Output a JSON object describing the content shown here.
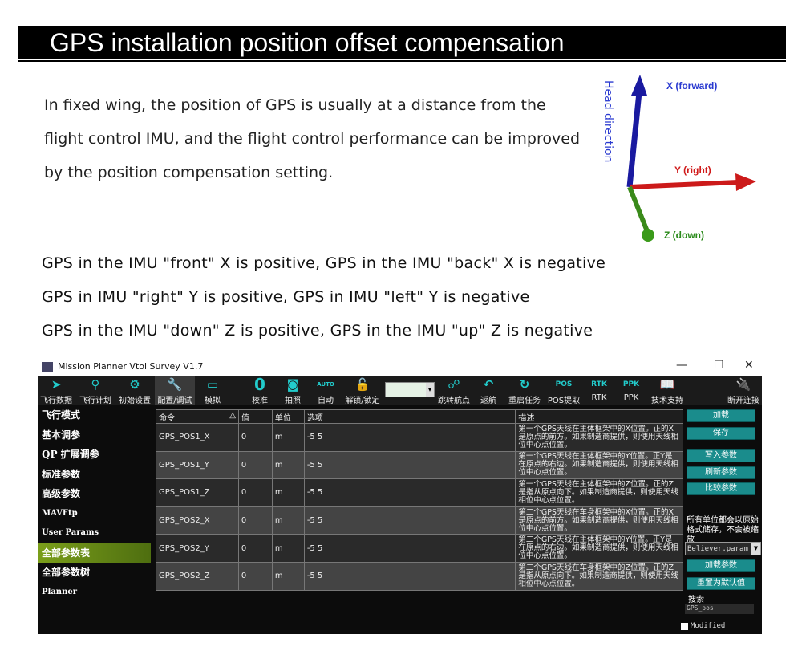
{
  "header": {
    "title": "GPS installation position offset compensation"
  },
  "intro": "In fixed wing, the position of GPS is usually at a distance from the flight control IMU, and the flight control performance can be improved by the position compensation setting.",
  "diagram": {
    "x_label": "X (forward)",
    "y_label": "Y (right)",
    "z_label": "Z (down)",
    "head_label": "Head direction"
  },
  "rules": [
    "GPS in the IMU \"front\" X is positive, GPS in the IMU \"back\" X is negative",
    "GPS in IMU \"right\" Y is positive, GPS in IMU \"left\" Y is negative",
    "GPS in the IMU \"down\" Z is positive, GPS in the IMU \"up\" Z is negative"
  ],
  "window": {
    "title": "Mission Planner Vtol Survey V1.7",
    "min": "—",
    "max": "☐",
    "close": "✕"
  },
  "toolbar": [
    {
      "label": "飞行数据",
      "icon": "➤"
    },
    {
      "label": "飞行计划",
      "icon": "⚲"
    },
    {
      "label": "初始设置",
      "icon": "⚙"
    },
    {
      "label": "配置/调试",
      "icon": "🔧"
    },
    {
      "label": "模拟",
      "icon": "▭"
    },
    {
      "label": "校准",
      "icon": "0"
    },
    {
      "label": "拍照",
      "icon": "◙"
    },
    {
      "label": "自动",
      "icon": "AUTO"
    },
    {
      "label": "解锁/锁定",
      "icon": "🔓"
    },
    {
      "label": "跳转航点",
      "icon": "☍"
    },
    {
      "label": "返航",
      "icon": "↶"
    },
    {
      "label": "重启任务",
      "icon": "↻"
    },
    {
      "label": "POS提取",
      "icon": "POS"
    },
    {
      "label": "RTK",
      "icon": "RTK"
    },
    {
      "label": "PPK",
      "icon": "PPK"
    },
    {
      "label": "技术支持",
      "icon": "📖"
    },
    {
      "label": "断开连接",
      "icon": "🔌"
    }
  ],
  "sidebar": [
    "飞行模式",
    "基本调参",
    "QP 扩展调参",
    "标准参数",
    "高级参数",
    "MAVFtp",
    "User Params",
    "全部参数表",
    "全部参数树",
    "Planner"
  ],
  "table": {
    "headers": [
      "命令",
      "值",
      "单位",
      "选项",
      "描述"
    ],
    "rows": [
      [
        "GPS_POS1_X",
        "0",
        "m",
        "-5 5",
        "第一个GPS天线在主体框架中的X位置。正的X是原点的前方。如果制造商提供，则使用天线相位中心点位置。"
      ],
      [
        "GPS_POS1_Y",
        "0",
        "m",
        "-5 5",
        "第一个GPS天线在主体框架中的Y位置。正Y是在原点的右边。如果制造商提供，则使用天线相位中心点位置。"
      ],
      [
        "GPS_POS1_Z",
        "0",
        "m",
        "-5 5",
        "第一个GPS天线在主体框架中的Z位置。正的Z是指从原点向下。如果制造商提供，则使用天线相位中心点位置。"
      ],
      [
        "GPS_POS2_X",
        "0",
        "m",
        "-5 5",
        "第二个GPS天线在车身框架中的X位置。正的X是原点的前方。如果制造商提供，则使用天线相位中心点位置。"
      ],
      [
        "GPS_POS2_Y",
        "0",
        "m",
        "-5 5",
        "第二个GPS天线在主体框架中的Y位置。正Y是在原点的右边。如果制造商提供，则使用天线相位中心点位置。"
      ],
      [
        "GPS_POS2_Z",
        "0",
        "m",
        "-5 5",
        "第二个GPS天线在车身框架中的Z位置。正的Z是指从原点向下。如果制造商提供，则使用天线相位中心点位置。"
      ]
    ]
  },
  "right": {
    "load": "加载",
    "save": "保存",
    "write": "写入参数",
    "refresh": "刷新参数",
    "compare": "比较参数",
    "note": "所有单位都会以原始格式储存，不会被缩放",
    "file": "Believer.param",
    "load_params": "加载参数",
    "reset": "重置为默认值",
    "search_label": "搜索",
    "search_value": "GPS_pos",
    "modified": "Modified"
  }
}
